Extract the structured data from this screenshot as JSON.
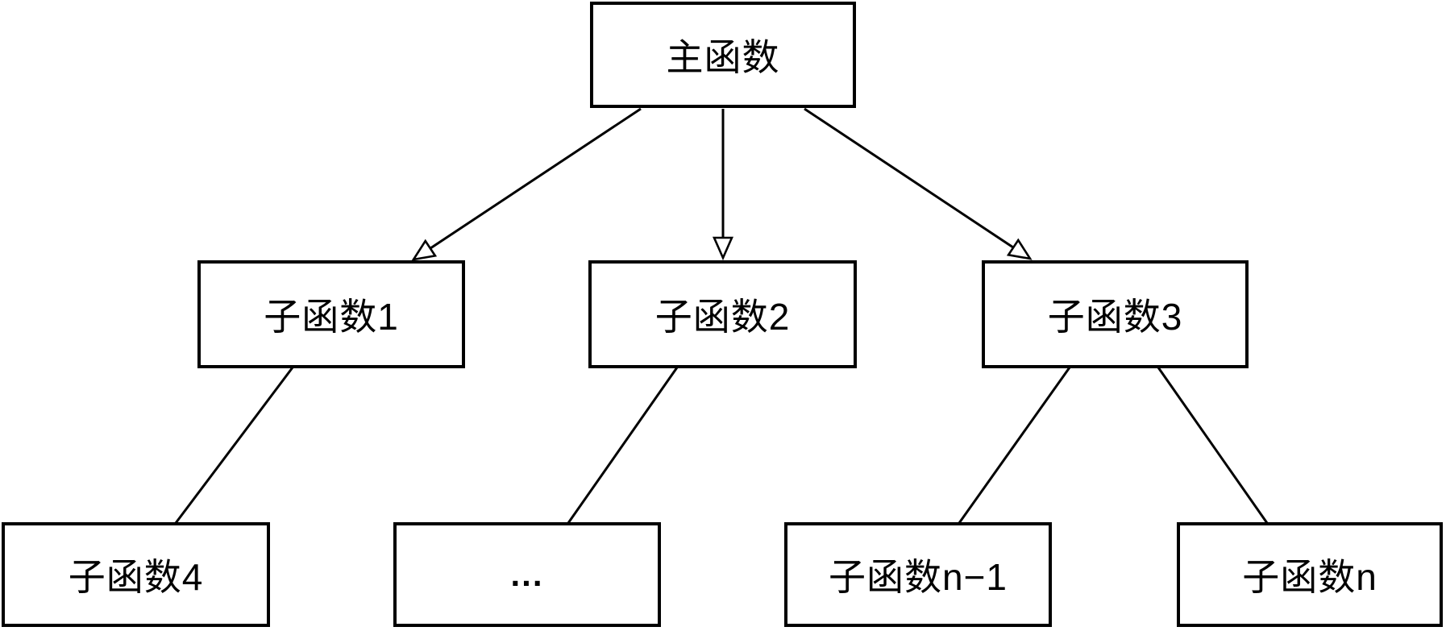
{
  "diagram": {
    "type": "tree",
    "description": "function call hierarchy",
    "colors": {
      "background": "#ffffff",
      "stroke": "#000000",
      "text": "#000000",
      "node_fill": "#ffffff"
    },
    "nodes": {
      "main": {
        "label": "主函数"
      },
      "sub1": {
        "label": "子函数1"
      },
      "sub2": {
        "label": "子函数2"
      },
      "sub3": {
        "label": "子函数3"
      },
      "sub4": {
        "label": "子函数4"
      },
      "ellipsis": {
        "label": "..."
      },
      "sub_n_minus_1": {
        "label": "子函数n−1"
      },
      "sub_n": {
        "label": "子函数n"
      }
    },
    "edges": [
      {
        "from": "main",
        "to": "sub1",
        "arrowhead": "open-triangle"
      },
      {
        "from": "main",
        "to": "sub2",
        "arrowhead": "open-triangle"
      },
      {
        "from": "main",
        "to": "sub3",
        "arrowhead": "open-triangle"
      },
      {
        "from": "sub1",
        "to": "sub4",
        "arrowhead": "none"
      },
      {
        "from": "sub2",
        "to": "ellipsis",
        "arrowhead": "none"
      },
      {
        "from": "sub3",
        "to": "sub_n_minus_1",
        "arrowhead": "none"
      },
      {
        "from": "sub3",
        "to": "sub_n",
        "arrowhead": "none"
      }
    ]
  }
}
